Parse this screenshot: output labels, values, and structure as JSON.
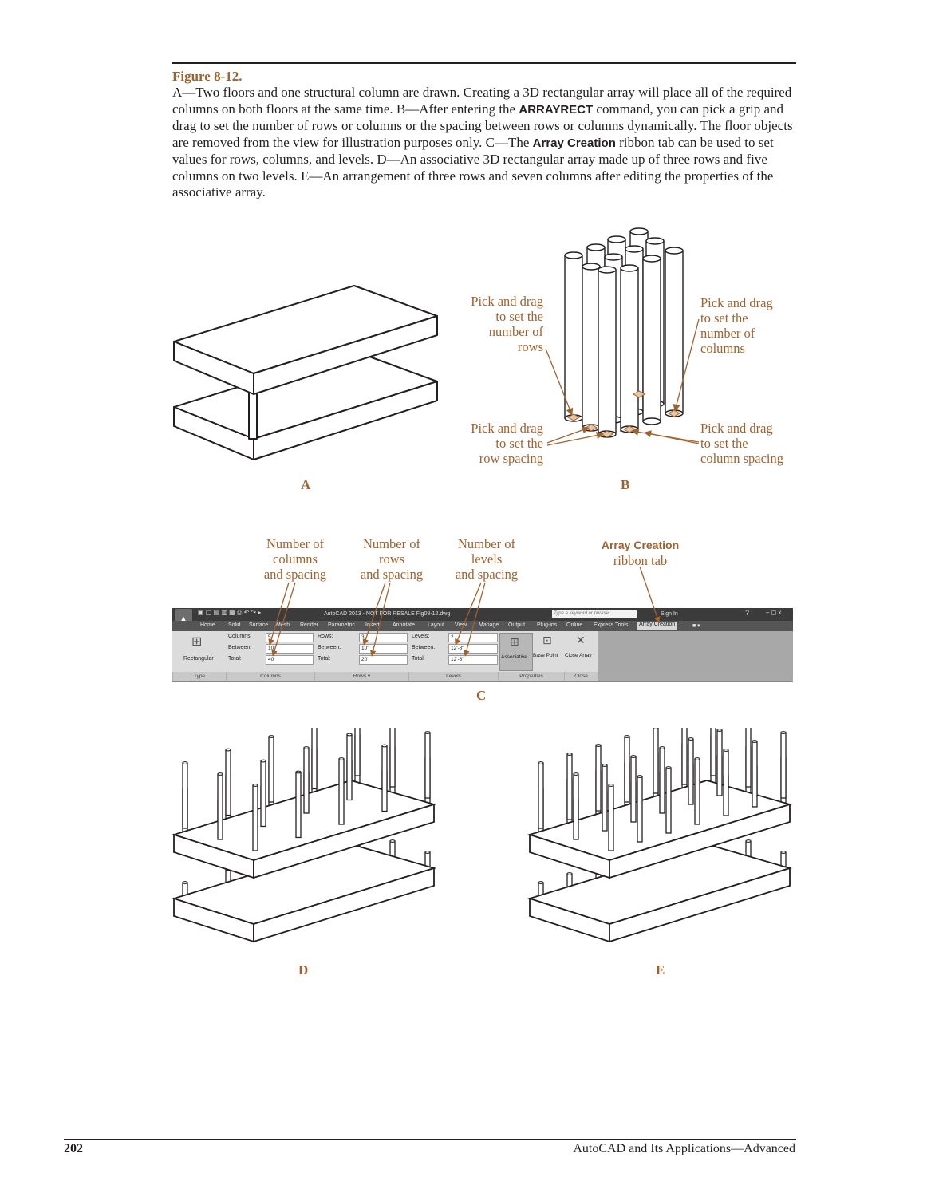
{
  "figure": {
    "title": "Figure 8-12.",
    "caption_part1": "A—Two floors and one structural column are drawn. Creating a 3D rectangular array will place all of the required columns on both floors at the same time. B—After entering the ",
    "caption_command": "ARRAYRECT",
    "caption_part2": " command, you can pick a grip and drag to set the number of rows or columns or the spacing between rows or columns dynamically. The floor objects are removed from the view for illustration purposes only. C—The ",
    "caption_tab": "Array Creation",
    "caption_part3": " ribbon tab can be used to set values for rows, columns, and levels. D—An associative 3D rectangular array made up of three rows and five columns on two levels. E—An arrangement of three rows and seven columns after editing the properties of the associative array."
  },
  "panel_b_callouts": {
    "rows_number": [
      "Pick and drag",
      "to set the",
      "number of",
      "rows"
    ],
    "columns_number": [
      "Pick and drag",
      "to set the",
      "number of",
      "columns"
    ],
    "row_spacing": [
      "Pick and drag",
      "to set the",
      "row spacing"
    ],
    "column_spacing": [
      "Pick and drag",
      "to set the",
      "column spacing"
    ]
  },
  "panel_c_callouts": {
    "columns": [
      "Number of",
      "columns",
      "and spacing"
    ],
    "rows": [
      "Number of",
      "rows",
      "and spacing"
    ],
    "levels": [
      "Number of",
      "levels",
      "and spacing"
    ],
    "tab_name": "Array Creation",
    "tab_suffix": "ribbon tab"
  },
  "panel_labels": {
    "a": "A",
    "b": "B",
    "c": "C",
    "d": "D",
    "e": "E"
  },
  "ribbon": {
    "window_title": "AutoCAD 2013 - NOT FOR RESALE   Fig08-12.dwg",
    "search_placeholder": "Type a keyword or phrase",
    "sign_in": "Sign In",
    "tabs": [
      "Home",
      "Solid",
      "Surface",
      "Mesh",
      "Render",
      "Parametric",
      "Insert",
      "Annotate",
      "Layout",
      "View",
      "Manage",
      "Output",
      "Plug-ins",
      "Online",
      "Express Tools",
      "Array Creation"
    ],
    "type_button": "Rectangular",
    "columns": {
      "count_label": "Columns:",
      "count_value": "5",
      "between_label": "Between:",
      "between_value": "10'",
      "total_label": "Total:",
      "total_value": "40'"
    },
    "rows": {
      "count_label": "Rows:",
      "count_value": "3",
      "between_label": "Between:",
      "between_value": "10'",
      "total_label": "Total:",
      "total_value": "20'"
    },
    "levels": {
      "count_label": "Levels:",
      "count_value": "2",
      "between_label": "Between:",
      "between_value": "12'-8\"",
      "total_label": "Total:",
      "total_value": "12'-8\""
    },
    "associative_button": "Associative",
    "base_point_button": "Base Point",
    "close_array_button": "Close Array",
    "panel_names": [
      "Type",
      "Columns",
      "Rows ▾",
      "Levels",
      "Properties",
      "Close"
    ]
  },
  "footer": {
    "page_number": "202",
    "book_title": "AutoCAD and Its Applications—Advanced"
  }
}
